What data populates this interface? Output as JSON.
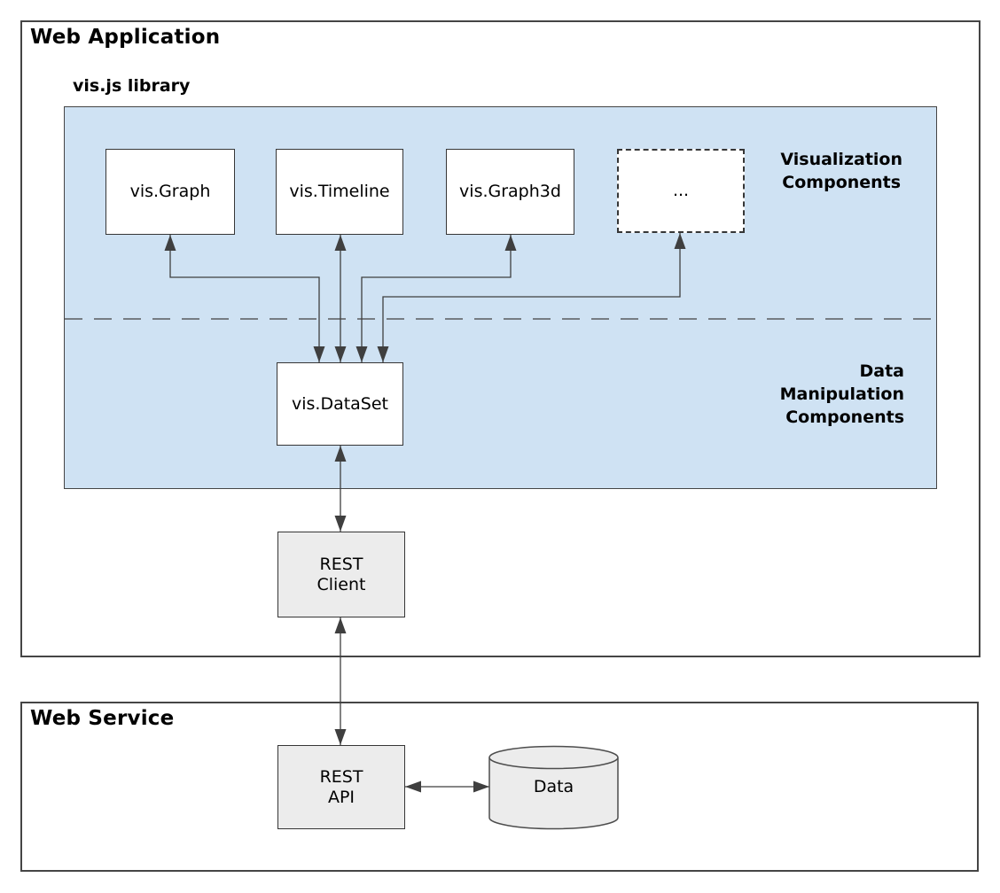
{
  "colors": {
    "panel-blue": "#cfe2f3",
    "node-gray": "#ececec",
    "border-dark": "#363636",
    "outer-border": "#454545",
    "line": "#3f3f3f"
  },
  "web_application": {
    "title": "Web Application",
    "library": {
      "title": "vis.js library",
      "visualization_label": "Visualization\nComponents",
      "data_label": "Data\nManipulation\nComponents",
      "nodes": [
        {
          "label": "vis.Graph"
        },
        {
          "label": "vis.Timeline"
        },
        {
          "label": "vis.Graph3d"
        },
        {
          "label": "..."
        }
      ],
      "dataset_node": {
        "label": "vis.DataSet"
      }
    },
    "rest_client": {
      "label": "REST\nClient"
    }
  },
  "web_service": {
    "title": "Web Service",
    "rest_api": {
      "label": "REST\nAPI"
    },
    "data_store": {
      "label": "Data"
    }
  }
}
